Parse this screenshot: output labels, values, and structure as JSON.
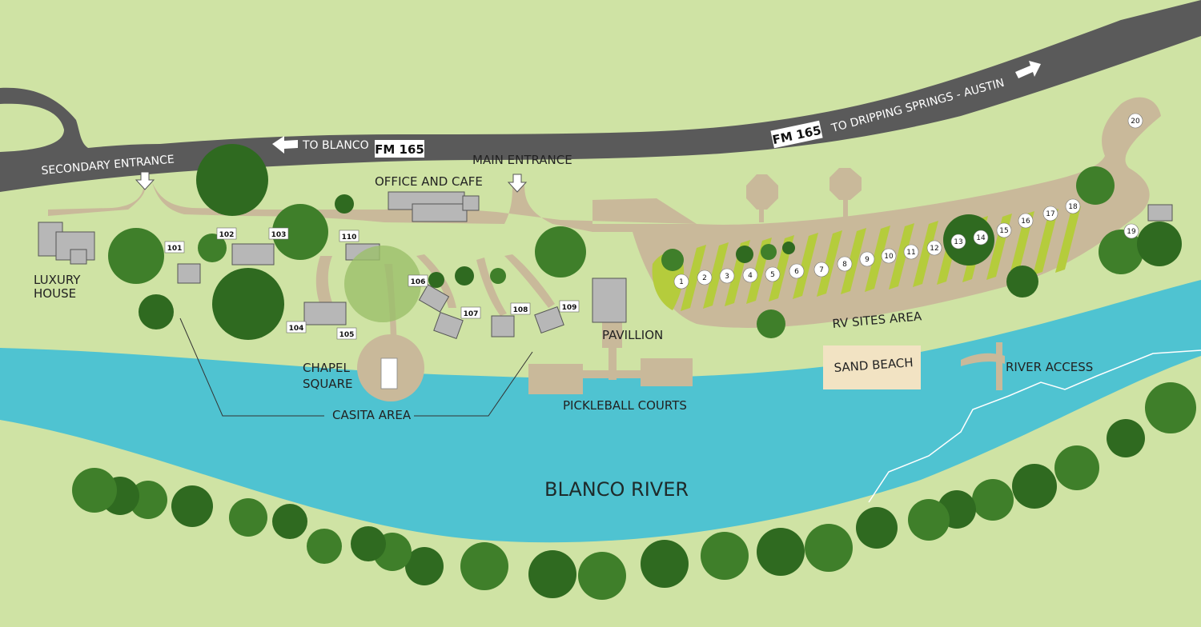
{
  "roads": {
    "fm165_label": "FM 165",
    "to_blanco": "TO BLANCO",
    "to_dripping_springs": "TO DRIPPING SPRINGS - AUSTIN"
  },
  "entrances": {
    "secondary": "SECONDARY ENTRANCE",
    "main": "MAIN ENTRANCE"
  },
  "areas": {
    "office_cafe": "OFFICE AND CAFE",
    "luxury_house_line1": "LUXURY",
    "luxury_house_line2": "HOUSE",
    "chapel_line1": "CHAPEL",
    "chapel_line2": "SQUARE",
    "casita_area": "CASITA AREA",
    "pavillion": "PAVILLION",
    "pickleball": "PICKLEBALL COURTS",
    "rv_sites": "RV SITES AREA",
    "sand_beach": "SAND BEACH",
    "river_access": "RIVER ACCESS",
    "river": "BLANCO RIVER"
  },
  "casitas": [
    "101",
    "102",
    "103",
    "104",
    "105",
    "106",
    "107",
    "108",
    "109",
    "110"
  ],
  "rv_sites": [
    "1",
    "2",
    "3",
    "4",
    "5",
    "6",
    "7",
    "8",
    "9",
    "10",
    "11",
    "12",
    "13",
    "14",
    "15",
    "16",
    "17",
    "18",
    "19",
    "20"
  ],
  "colors": {
    "grass": "#cfe3a4",
    "road": "#5a5a5a",
    "path": "#c9b99a",
    "river": "#4fc3d1",
    "rv_pads": "#b5cc3c"
  }
}
